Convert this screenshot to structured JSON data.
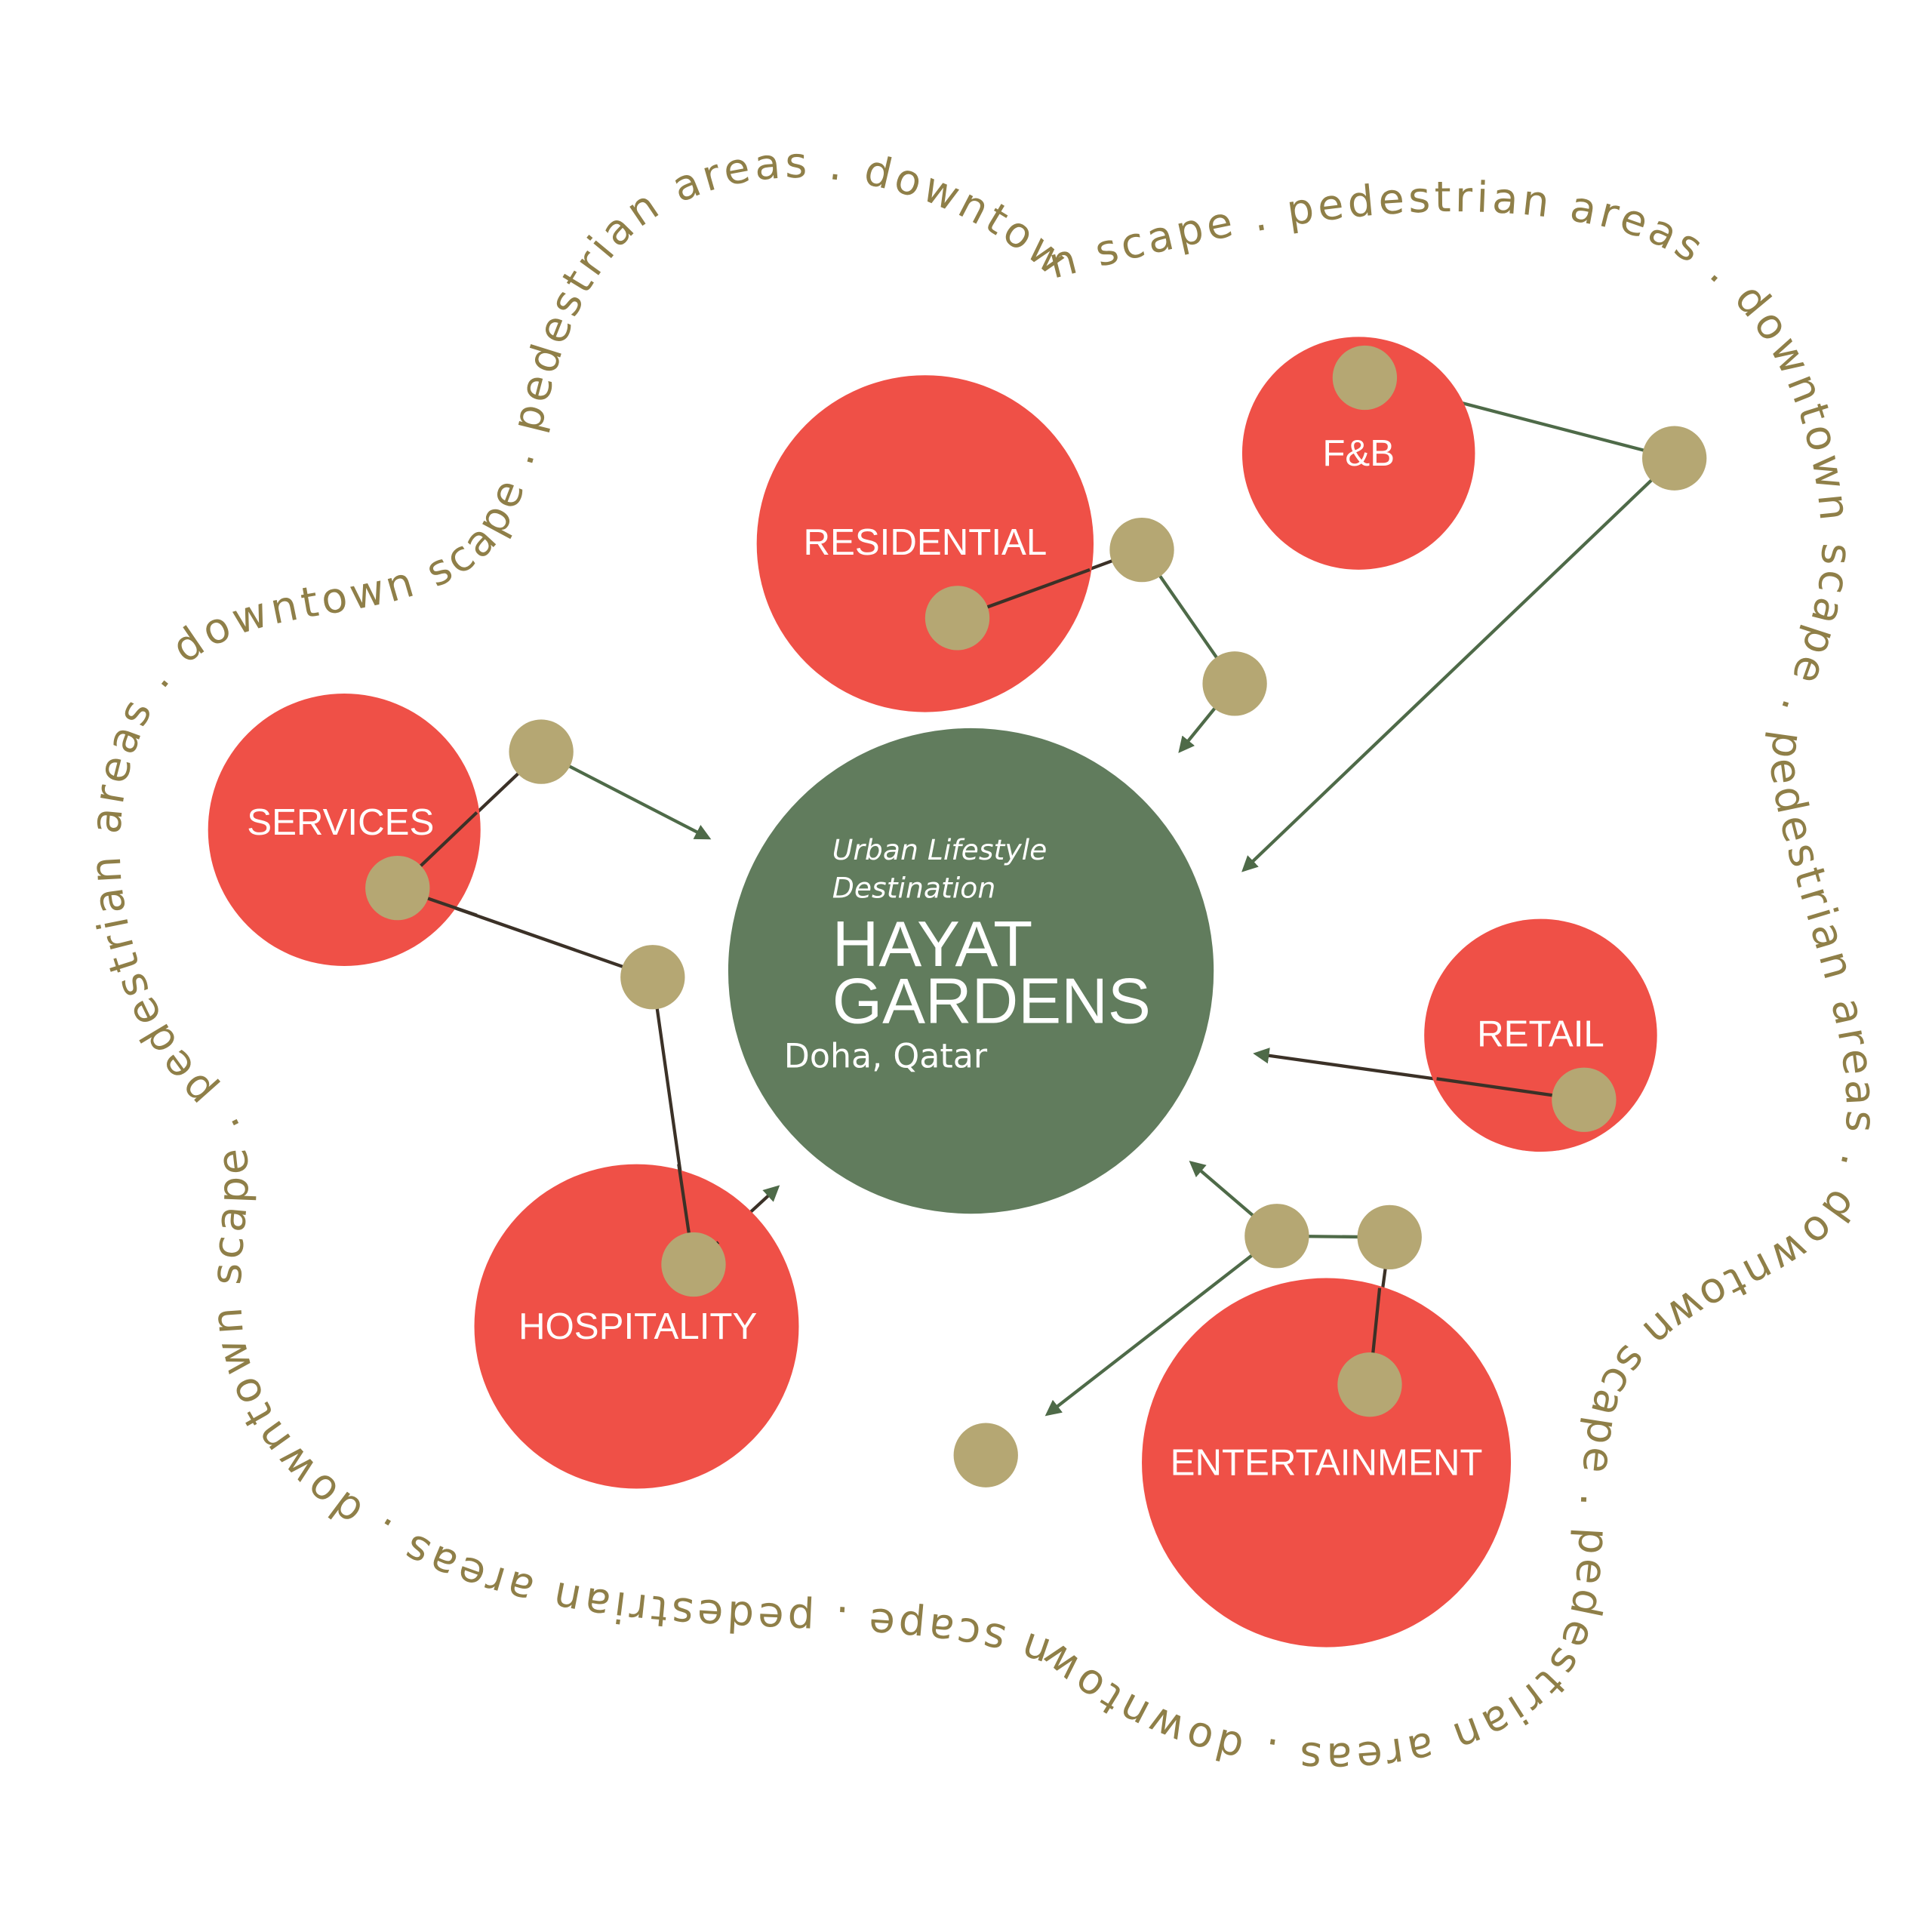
{
  "colors": {
    "accent_red": "#ef5047",
    "center_green": "#617c5d",
    "node_tan": "#b5a773",
    "ring_text": "#8f7f48",
    "connector": "#4e6a48"
  },
  "center": {
    "tagline_1": "Urban Lifestyle",
    "tagline_2": "Destination",
    "title_1": "HAYAT",
    "title_2": "GARDENS",
    "location": "Doha, Qatar"
  },
  "categories": {
    "residential": "RESIDENTIAL",
    "fnb": "F&B",
    "services": "SERVICES",
    "retail": "RETAIL",
    "hospitality": "HOSPITALITY",
    "entertainment": "ENTERTAINMENT"
  },
  "ring": {
    "text": "pedestrian areas  .  downtown scape  .  pedestrian areas  .  downtown scape  .  pedestrian areas  .  downtown scape  .  pedestrian areas  .  downtown scape  .  pedestrian areas  .  downtown scape  .  pedestrian areas  .  downtown scape  .  "
  }
}
